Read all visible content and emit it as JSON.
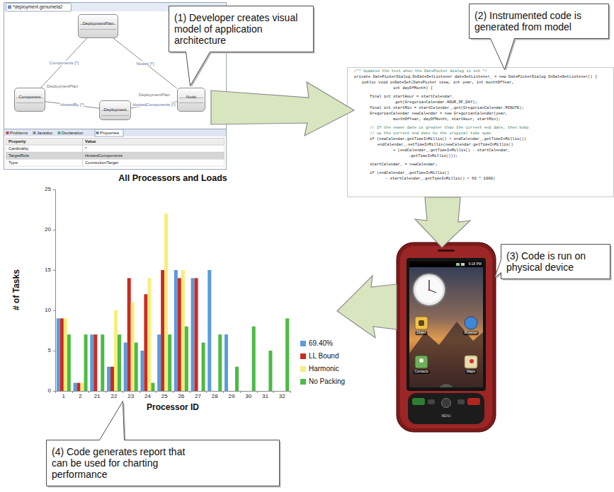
{
  "diagram": {
    "nodes": [
      {
        "text": [
          "(1) Developer creates visual model of application architecture"
        ]
      },
      {
        "text": [
          "(2) Instrumented code is generated from model"
        ]
      },
      {
        "text": [
          "DeploymentPlan"
        ]
      },
      {
        "text": [
          "Component"
        ]
      },
      {
        "text": [
          "Node"
        ]
      },
      {
        "text": [
          "Deployment"
        ]
      },
      {
        "text": [
          "(3) Code is run on physical device"
        ]
      },
      {
        "text": [
          "(4) Code generates report that can be used for charting performance"
        ]
      }
    ],
    "edges": [
      {
        "from": 2,
        "to": 3,
        "arrow": "none",
        "label": "Components [*]"
      },
      {
        "from": 2,
        "to": 4,
        "arrow": "none",
        "label": "Nodes [*]"
      },
      {
        "from": 3,
        "to": 5,
        "arrow": "none",
        "label": "HostedBy [*]"
      },
      {
        "from": 5,
        "to": 4,
        "arrow": "none",
        "label": "HostedComponents [*]"
      }
    ],
    "labels": [
      "*deployment.genumeta2",
      "DeploymentPlan",
      "DeploymentPlan",
      "Problems",
      "Javadoc",
      "Declaration",
      "Properties",
      "Property",
      "Value",
      "Cardinality",
      "*",
      "TargetRole",
      "HostedComponents",
      "Type",
      "ConnectionTarget",
      "/** Updates the text when the DatePicker dialog is set */",
      "private DatePickerDialog.OnDateSetListener dateSetListener_ = new DatePickerDialog.OnDateSetListener() {",
      "public void onDateSet(DatePicker view, int year, int monthOfYear,",
      "int dayOfMonth) {",
      "final int startHour = startCalendar_",
      ".get(GregorianCalendar.HOUR_OF_DAY);",
      "final int startMin = startCalendar_.get(GregorianCalendar.MINUTE);",
      "GregorianCalendar newCalendar = new GregorianCalendar(year,",
      "monthOfYear, dayOfMonth, startHour, startMin);",
      "// If the newer date is greater than the current end date, then bump",
      "// up the current end date by the original time span",
      "if (newCalendar.getTimeInMillis() > endCalendar_.getTimeInMillis())",
      "endCalendar_.setTimeInMillis(newCalendar.getTimeInMillis()",
      "+ (endCalendar_.getTimeInMillis() - startCalendar_",
      ".getTimeInMillis()));",
      "startCalendar_ = newCalendar;",
      "if (endCalendar_.getTimeInMillis()",
      "- startCalendar_.getTimeInMillis() < 60 * 1000)",
      "9:18 PM",
      "Dialer",
      "Browser",
      "Contacts",
      "Maps",
      "MENU",
      "All Processors and Loads",
      "# of Tasks",
      "Processor ID",
      "0",
      "5",
      "10",
      "15",
      "20",
      "25",
      "1",
      "2",
      "21",
      "22",
      "23",
      "24",
      "25",
      "26",
      "27",
      "28",
      "29",
      "30",
      "31",
      "32"
    ],
    "legend": [
      {
        "text": "69.40%",
        "color": "#5a9bdc"
      },
      {
        "text": "LL Bound",
        "color": "#cc2a22"
      },
      {
        "text": "Harmonic",
        "color": "#f7ee7b"
      },
      {
        "text": "No Packing",
        "color": "#4bbb45"
      }
    ]
  }
}
